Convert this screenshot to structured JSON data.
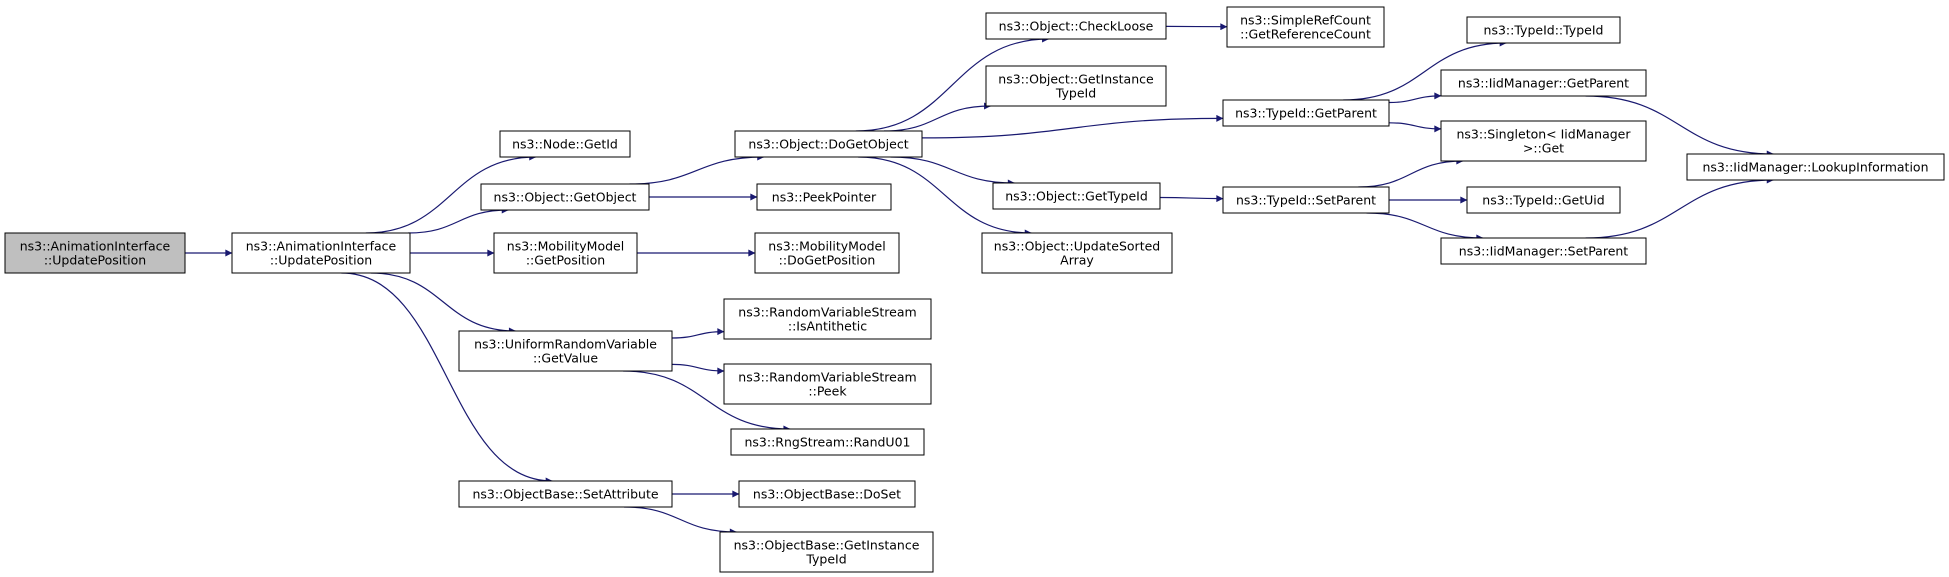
{
  "colors": {
    "edge": "#191970",
    "node_fill": "#ffffff",
    "root_fill": "#bfbfbf",
    "node_stroke": "#000000"
  },
  "nodes": [
    {
      "id": "root",
      "lines": [
        "ns3::AnimationInterface",
        "::UpdatePosition"
      ],
      "root": true
    },
    {
      "id": "ai_update",
      "lines": [
        "ns3::AnimationInterface",
        "::UpdatePosition"
      ]
    },
    {
      "id": "node_getid",
      "lines": [
        "ns3::Node::GetId"
      ]
    },
    {
      "id": "obj_getobject",
      "lines": [
        "ns3::Object::GetObject"
      ]
    },
    {
      "id": "mob_getpos",
      "lines": [
        "ns3::MobilityModel",
        "::GetPosition"
      ]
    },
    {
      "id": "urv_getvalue",
      "lines": [
        "ns3::UniformRandomVariable",
        "::GetValue"
      ]
    },
    {
      "id": "ob_setattr",
      "lines": [
        "ns3::ObjectBase::SetAttribute"
      ]
    },
    {
      "id": "obj_dogetobject",
      "lines": [
        "ns3::Object::DoGetObject"
      ]
    },
    {
      "id": "peekpointer",
      "lines": [
        "ns3::PeekPointer"
      ]
    },
    {
      "id": "mob_dogetpos",
      "lines": [
        "ns3::MobilityModel",
        "::DoGetPosition"
      ]
    },
    {
      "id": "rvs_isanti",
      "lines": [
        "ns3::RandomVariableStream",
        "::IsAntithetic"
      ]
    },
    {
      "id": "rvs_peek",
      "lines": [
        "ns3::RandomVariableStream",
        "::Peek"
      ]
    },
    {
      "id": "rng_randu01",
      "lines": [
        "ns3::RngStream::RandU01"
      ]
    },
    {
      "id": "ob_doset",
      "lines": [
        "ns3::ObjectBase::DoSet"
      ]
    },
    {
      "id": "ob_getinst",
      "lines": [
        "ns3::ObjectBase::GetInstance",
        "TypeId"
      ]
    },
    {
      "id": "obj_checkloose",
      "lines": [
        "ns3::Object::CheckLoose"
      ]
    },
    {
      "id": "obj_getinst",
      "lines": [
        "ns3::Object::GetInstance",
        "TypeId"
      ]
    },
    {
      "id": "obj_gettypeid",
      "lines": [
        "ns3::Object::GetTypeId"
      ]
    },
    {
      "id": "obj_updatesorted",
      "lines": [
        "ns3::Object::UpdateSorted",
        "Array"
      ]
    },
    {
      "id": "srcount",
      "lines": [
        "ns3::SimpleRefCount",
        "::GetReferenceCount"
      ]
    },
    {
      "id": "tid_getparent",
      "lines": [
        "ns3::TypeId::GetParent"
      ]
    },
    {
      "id": "tid_setparent",
      "lines": [
        "ns3::TypeId::SetParent"
      ]
    },
    {
      "id": "tid_typeid",
      "lines": [
        "ns3::TypeId::TypeId"
      ]
    },
    {
      "id": "iid_getparent",
      "lines": [
        "ns3::IidManager::GetParent"
      ]
    },
    {
      "id": "singleton_get",
      "lines": [
        "ns3::Singleton< IidManager",
        ">::Get"
      ]
    },
    {
      "id": "tid_getuid",
      "lines": [
        "ns3::TypeId::GetUid"
      ]
    },
    {
      "id": "iid_setparent",
      "lines": [
        "ns3::IidManager::SetParent"
      ]
    },
    {
      "id": "iid_lookup",
      "lines": [
        "ns3::IidManager::LookupInformation"
      ]
    }
  ],
  "edges": [
    [
      "root",
      "ai_update"
    ],
    [
      "ai_update",
      "node_getid"
    ],
    [
      "ai_update",
      "obj_getobject"
    ],
    [
      "ai_update",
      "mob_getpos"
    ],
    [
      "ai_update",
      "urv_getvalue"
    ],
    [
      "ai_update",
      "ob_setattr"
    ],
    [
      "obj_getobject",
      "obj_dogetobject"
    ],
    [
      "obj_getobject",
      "peekpointer"
    ],
    [
      "mob_getpos",
      "mob_dogetpos"
    ],
    [
      "urv_getvalue",
      "rvs_isanti"
    ],
    [
      "urv_getvalue",
      "rvs_peek"
    ],
    [
      "urv_getvalue",
      "rng_randu01"
    ],
    [
      "ob_setattr",
      "ob_doset"
    ],
    [
      "ob_setattr",
      "ob_getinst"
    ],
    [
      "obj_dogetobject",
      "obj_checkloose"
    ],
    [
      "obj_dogetobject",
      "obj_getinst"
    ],
    [
      "obj_dogetobject",
      "tid_getparent"
    ],
    [
      "obj_dogetobject",
      "obj_gettypeid"
    ],
    [
      "obj_dogetobject",
      "obj_updatesorted"
    ],
    [
      "obj_checkloose",
      "srcount"
    ],
    [
      "obj_gettypeid",
      "tid_setparent"
    ],
    [
      "tid_getparent",
      "tid_typeid"
    ],
    [
      "tid_getparent",
      "iid_getparent"
    ],
    [
      "tid_getparent",
      "singleton_get"
    ],
    [
      "tid_setparent",
      "singleton_get"
    ],
    [
      "tid_setparent",
      "tid_getuid"
    ],
    [
      "tid_setparent",
      "iid_setparent"
    ],
    [
      "iid_getparent",
      "iid_lookup"
    ],
    [
      "iid_setparent",
      "iid_lookup"
    ]
  ]
}
